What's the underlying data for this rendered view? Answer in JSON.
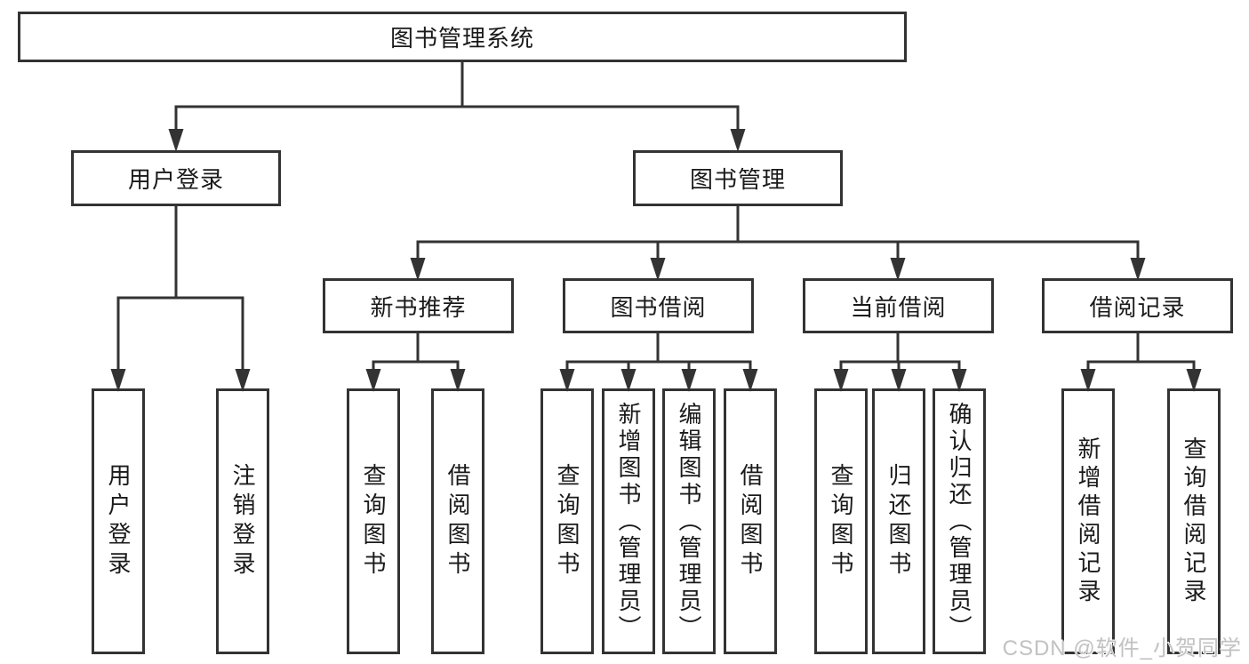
{
  "diagram": {
    "root": {
      "label": "图书管理系统"
    },
    "branches": [
      {
        "label": "用户登录",
        "children": [
          {
            "label": "用户登录"
          },
          {
            "label": "注销登录"
          }
        ]
      },
      {
        "label": "图书管理",
        "children": [
          {
            "label": "新书推荐",
            "children": [
              {
                "label": "查询图书"
              },
              {
                "label": "借阅图书"
              }
            ]
          },
          {
            "label": "图书借阅",
            "children": [
              {
                "label": "查询图书"
              },
              {
                "label": "新增图书（管理员）"
              },
              {
                "label": "编辑图书（管理员）"
              },
              {
                "label": "借阅图书"
              }
            ]
          },
          {
            "label": "当前借阅",
            "children": [
              {
                "label": "查询图书"
              },
              {
                "label": "归还图书"
              },
              {
                "label": "确认归还（管理员）"
              }
            ]
          },
          {
            "label": "借阅记录",
            "children": [
              {
                "label": "新增借阅记录"
              },
              {
                "label": "查询借阅记录"
              }
            ]
          }
        ]
      }
    ]
  },
  "watermark": {
    "text": "CSDN @软件_小贺同学"
  },
  "colors": {
    "background": "#ffffff",
    "line": "#333333",
    "box_border": "#333333",
    "box_fill": "#ffffff",
    "text": "#1a1a1a",
    "watermark": "#c2c2c2"
  }
}
